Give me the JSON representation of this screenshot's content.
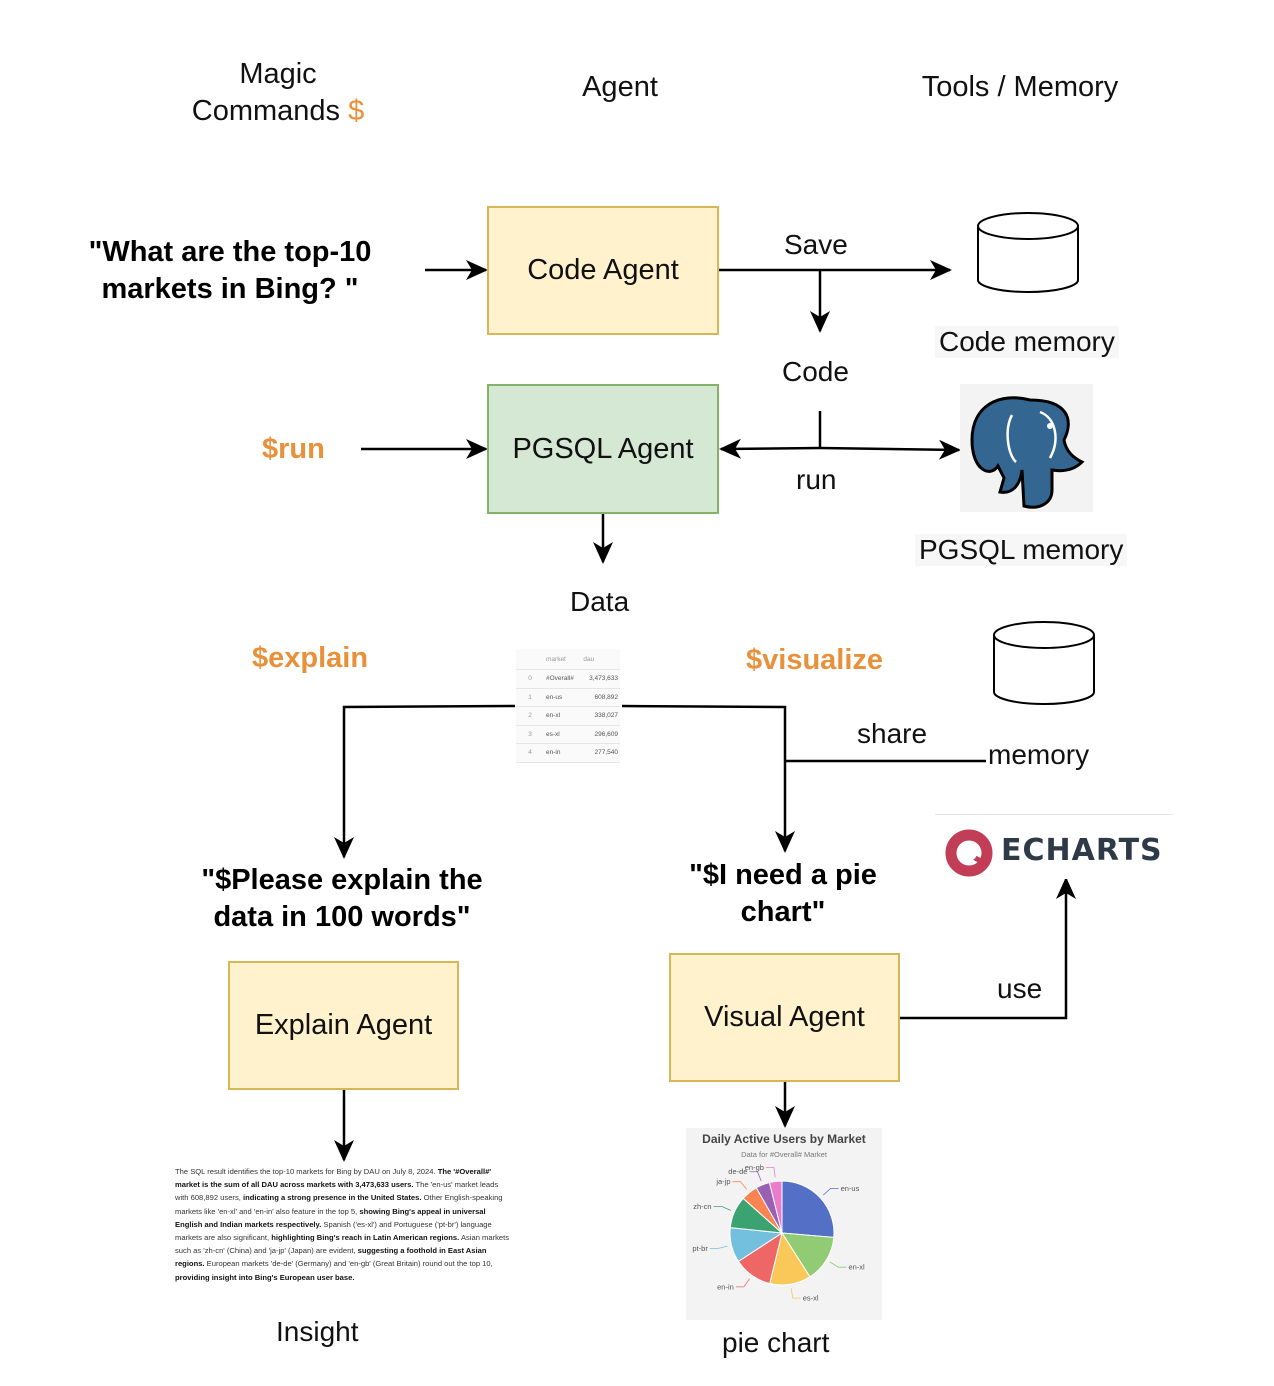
{
  "headers": {
    "magic_line1": "Magic",
    "magic_line2": "Commands",
    "magic_symbol": "$",
    "agent": "Agent",
    "tools": "Tools / Memory"
  },
  "query": {
    "line1": "\"What are the top-10",
    "line2": "markets in Bing?  \""
  },
  "agents": {
    "code": "Code Agent",
    "pgsql": "PGSQL Agent",
    "explain": "Explain Agent",
    "visual": "Visual Agent"
  },
  "commands": {
    "run": "$run",
    "explain": "$explain",
    "visualize": "$visualize"
  },
  "edges": {
    "save": "Save",
    "code": "Code",
    "run": "run",
    "share": "share",
    "use": "use"
  },
  "memory": {
    "code": "Code memory",
    "pgsql": "PGSQL memory",
    "shared": "memory"
  },
  "data_label": "Data",
  "prompts": {
    "explain_line1": "\"$Please explain the",
    "explain_line2": "data in 100 words\"",
    "visual_line1": "\"$I need a pie",
    "visual_line2": "chart\""
  },
  "outputs": {
    "insight": "Insight",
    "pie": "pie chart"
  },
  "echarts_logo": "ECHARTS",
  "table": {
    "columns": [
      "",
      "market",
      "dau"
    ],
    "rows": [
      [
        "0",
        "#Overall#",
        "3,473,633"
      ],
      [
        "1",
        "en-us",
        "608,892"
      ],
      [
        "2",
        "en-xl",
        "338,027"
      ],
      [
        "3",
        "es-xl",
        "296,609"
      ],
      [
        "4",
        "en-in",
        "277,540"
      ]
    ]
  },
  "insight_text": {
    "s1": "The SQL result identifies the top-10 markets for Bing by DAU on July 8, 2024. ",
    "b1": "The '#Overall#' market is the sum of all DAU across markets with 3,473,633 users.",
    "s2": " The 'en-us' market leads with 608,892 users, ",
    "b2": "indicating a strong presence in the United States.",
    "s3": " Other English-speaking markets like 'en-xl' and 'en-in' also feature in the top 5, ",
    "b3": "showing Bing's appeal in universal English and Indian markets respectively.",
    "s4": " Spanish ('es-xl') and Portuguese ('pt-br') language markets are also significant, ",
    "b4": "highlighting Bing's reach in Latin American regions.",
    "s5": " Asian markets such as 'zh-cn' (China) and 'ja-jp' (Japan) are evident, ",
    "b5": "suggesting a foothold in East Asian regions.",
    "s6": " European markets 'de-de' (Germany) and 'en-gb' (Great Britain) round out the top 10, ",
    "b6": "providing insight into Bing's European user base."
  },
  "chart_data": {
    "type": "pie",
    "title": "Daily Active Users by Market",
    "subtitle": "Data for #Overall# Market",
    "categories": [
      "en-us",
      "en-xl",
      "es-xl",
      "en-in",
      "pt-br",
      "zh-cn",
      "ja-jp",
      "de-de",
      "en-gb"
    ],
    "values": [
      608892,
      338027,
      296609,
      277540,
      250000,
      230000,
      120000,
      100000,
      90000
    ],
    "colors": [
      "#5470C6",
      "#91CC75",
      "#FAC858",
      "#EE6666",
      "#73C0DE",
      "#3BA272",
      "#FC8452",
      "#9A60B4",
      "#EA7CCC"
    ]
  }
}
